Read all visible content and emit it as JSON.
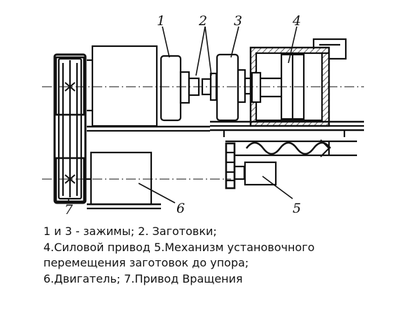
{
  "labels": {
    "clamp_left": "1",
    "workpieces": "2",
    "clamp_right": "3",
    "power_drive": "4",
    "stop_mechanism": "5",
    "motor": "6",
    "rotation_drive": "7"
  },
  "caption": {
    "line1": "1 и 3 - зажимы; 2. Заготовки;",
    "line2": "4.Силовой привод 5.Механизм установочного",
    "line3": "перемещения заготовок до упора;",
    "line4": "6.Двигатель; 7.Привод Вращения"
  }
}
